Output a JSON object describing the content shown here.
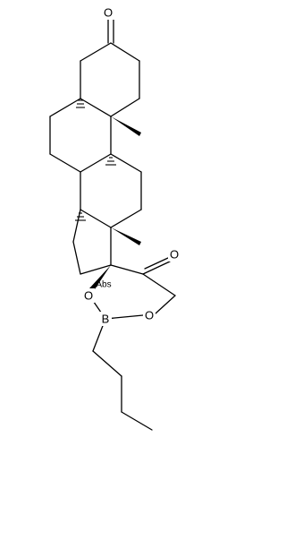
{
  "atoms": {
    "ketone_o": "O",
    "ester_o": "O",
    "boronate_o1": "O",
    "boronate_o2": "O",
    "boron": "B"
  },
  "stereo_label": "Abs"
}
